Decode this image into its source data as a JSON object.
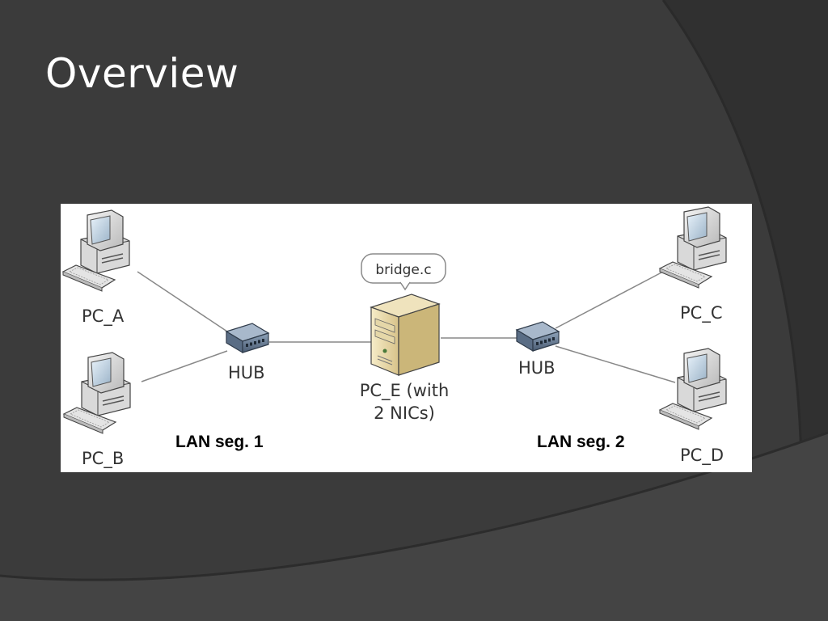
{
  "slide": {
    "title": "Overview"
  },
  "diagram": {
    "nodes": {
      "pc_a": "PC_A",
      "pc_b": "PC_B",
      "pc_c": "PC_C",
      "pc_d": "PC_D",
      "hub_1": "HUB",
      "hub_2": "HUB",
      "pc_e_line1": "PC_E (with",
      "pc_e_line2": "2 NICs)",
      "program": "bridge.c"
    },
    "segments": {
      "lan_1": "LAN seg. 1",
      "lan_2": "LAN seg. 2"
    }
  }
}
